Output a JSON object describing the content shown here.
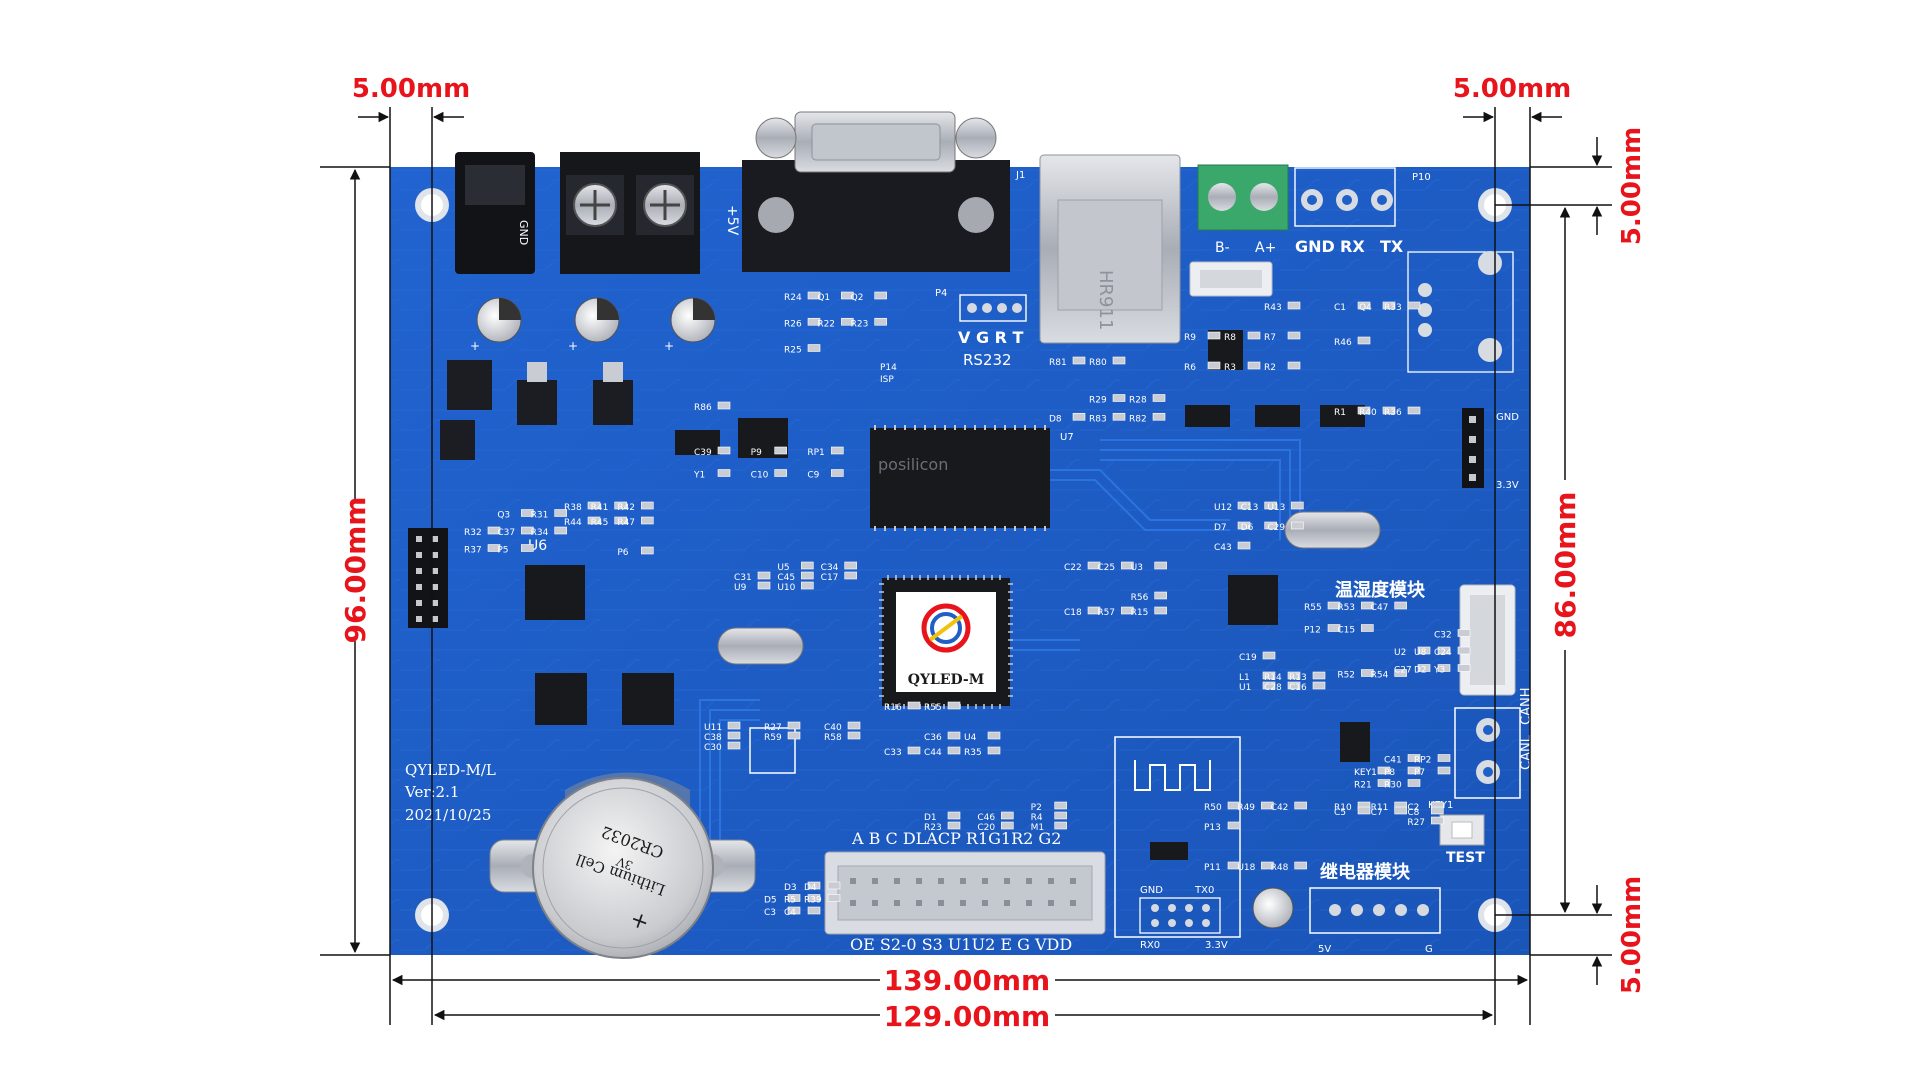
{
  "colors": {
    "dimension_text": "#e8141b",
    "pcb": "#1f5fc8",
    "pcb_trace": "#2f78e6",
    "silkscreen": "#ffffff",
    "connector_gray": "#c8ccd2",
    "terminal_green": "#3aa86b"
  },
  "dimensions": {
    "left_hole_offset": "5.00mm",
    "right_hole_offset": "5.00mm",
    "top_hole_offset": "5.00mm",
    "bottom_hole_offset": "5.00mm",
    "board_height": "96.00mm",
    "hole_height": "86.00mm",
    "board_width": "139.00mm",
    "hole_width": "129.00mm"
  },
  "board": {
    "model": "QYLED-M/L",
    "version": "Ver:2.1",
    "date": "2021/10/25",
    "chip_label": "QYLED-M",
    "rs232_label": "RS232",
    "rs232_pins": "V G R T",
    "power_label": "+5V",
    "gnd_label": "GND",
    "uart_labels": [
      "GND",
      "RX",
      "TX"
    ],
    "rs485_labels": [
      "B-",
      "A+"
    ],
    "temp_module": "温湿度模块",
    "relay_module": "继电器模块",
    "test_label": "TEST",
    "key_label": "KEY1",
    "can_labels": [
      "CANL",
      "CANH"
    ],
    "hub_top_labels": "A B C DLACP R1G1R2 G2",
    "hub_bottom_labels": "OE S2-0 S3 U1U2 E G VDD",
    "battery_line1": "CR2032",
    "battery_line2": "3V",
    "battery_line3": "Lithium Cell",
    "p9_top": "GND",
    "p9_bottom": "3.3V",
    "relay_bottom_left": "5V",
    "relay_bottom_right": "G",
    "wifi_left": "GND",
    "wifi_mid": "TX0",
    "wifi_bottom": "RX0",
    "wifi_bottom_right": "3.3V",
    "ram_brand": "posilicon",
    "p14_label": "P14",
    "isp_label": "ISP",
    "p4_label": "P4",
    "j1_label": "J1",
    "p10_label": "P10",
    "u6_label": "U6",
    "u7_label": "U7",
    "component_labels": [
      "R24",
      "Q1",
      "Q2",
      "R26",
      "R22",
      "R23",
      "R25",
      "R29",
      "R28",
      "D8",
      "R83",
      "R82",
      "R81",
      "R80",
      "R43",
      "R9",
      "R8",
      "R7",
      "R6",
      "R3",
      "R2",
      "R1",
      "R40",
      "R36",
      "C1",
      "Q4",
      "R33",
      "R46",
      "Q3",
      "R31",
      "R32",
      "C37",
      "R34",
      "R37",
      "P5",
      "P6",
      "R38",
      "R41",
      "R42",
      "R44",
      "R45",
      "R47",
      "C39",
      "P9",
      "RP1",
      "Y1",
      "C10",
      "C9",
      "R86",
      "U5",
      "C34",
      "C31",
      "C45",
      "C17",
      "U9",
      "U10",
      "R56",
      "C18",
      "R57",
      "R15",
      "C22",
      "C25",
      "U3",
      "U12",
      "C13",
      "U13",
      "D7",
      "D6",
      "C29",
      "C43",
      "R52",
      "R54",
      "R55",
      "R53",
      "C47",
      "P12",
      "C15",
      "C32",
      "U2",
      "U8",
      "C24",
      "C27",
      "D2",
      "Y3",
      "U11",
      "R27",
      "C40",
      "C38",
      "R59",
      "R58",
      "C30",
      "C36",
      "U4",
      "C33",
      "C44",
      "R35",
      "R16",
      "R55",
      "P2",
      "D1",
      "C46",
      "R4",
      "R23",
      "C20",
      "M1",
      "P11",
      "U18",
      "R48",
      "R50",
      "R49",
      "C42",
      "P13",
      "C41",
      "RP2",
      "KEY1",
      "P8",
      "P7",
      "R21",
      "R30",
      "R27",
      "R10",
      "R11",
      "C2",
      "C5",
      "C7",
      "C8",
      "L1",
      "R14",
      "R13",
      "U1",
      "C28",
      "C16",
      "C19",
      "D3",
      "D4",
      "D5",
      "R5",
      "R39",
      "C3",
      "C4"
    ]
  }
}
